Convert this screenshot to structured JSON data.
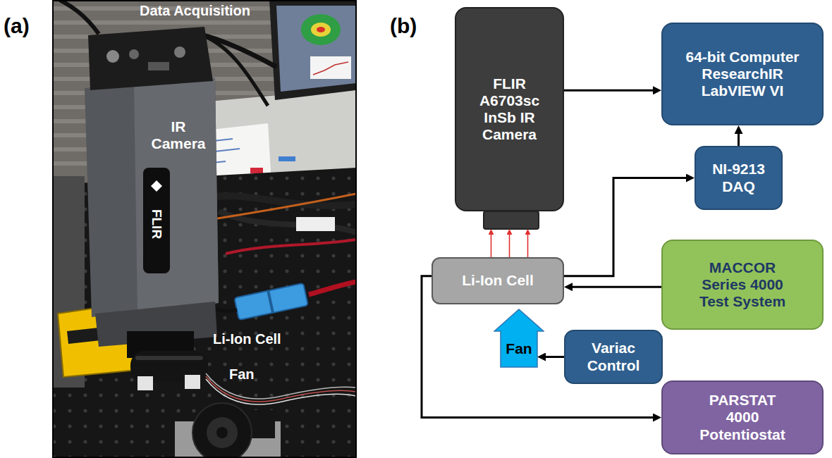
{
  "diagram": {
    "nodes": [
      {
        "text": [
          "FLIR A6703sc InSb IR Camera"
        ]
      },
      {
        "text": [
          "64-bit Computer ResearchIR LabVIEW VI"
        ]
      },
      {
        "text": [
          "NI-9213 DAQ"
        ]
      },
      {
        "text": [
          "Li-Ion Cell"
        ]
      },
      {
        "text": [
          "MACCOR Series 4000 Test System"
        ]
      },
      {
        "text": [
          "Fan"
        ]
      },
      {
        "text": [
          "Variac Control"
        ]
      },
      {
        "text": [
          "PARSTAT 4000 Potentiostat"
        ]
      }
    ],
    "edges": [
      {
        "from": 0,
        "to": 1,
        "arrow": "to"
      },
      {
        "from": 2,
        "to": 1,
        "arrow": "to"
      },
      {
        "from": 3,
        "to": 2,
        "arrow": "to"
      },
      {
        "from": 4,
        "to": 3,
        "arrow": "to"
      },
      {
        "from": 6,
        "to": 5,
        "arrow": "to"
      },
      {
        "from": 3,
        "to": 7,
        "arrow": "to"
      },
      {
        "from": 3,
        "to": 0,
        "arrow": "to"
      },
      {
        "from": 3,
        "to": 0,
        "arrow": "to"
      },
      {
        "from": 3,
        "to": 0,
        "arrow": "to"
      }
    ],
    "labels": [
      "(a)",
      "Data Acquisition",
      "IR Camera",
      "FLIR",
      "Li-Ion Cell",
      "Fan",
      "(b)"
    ]
  }
}
